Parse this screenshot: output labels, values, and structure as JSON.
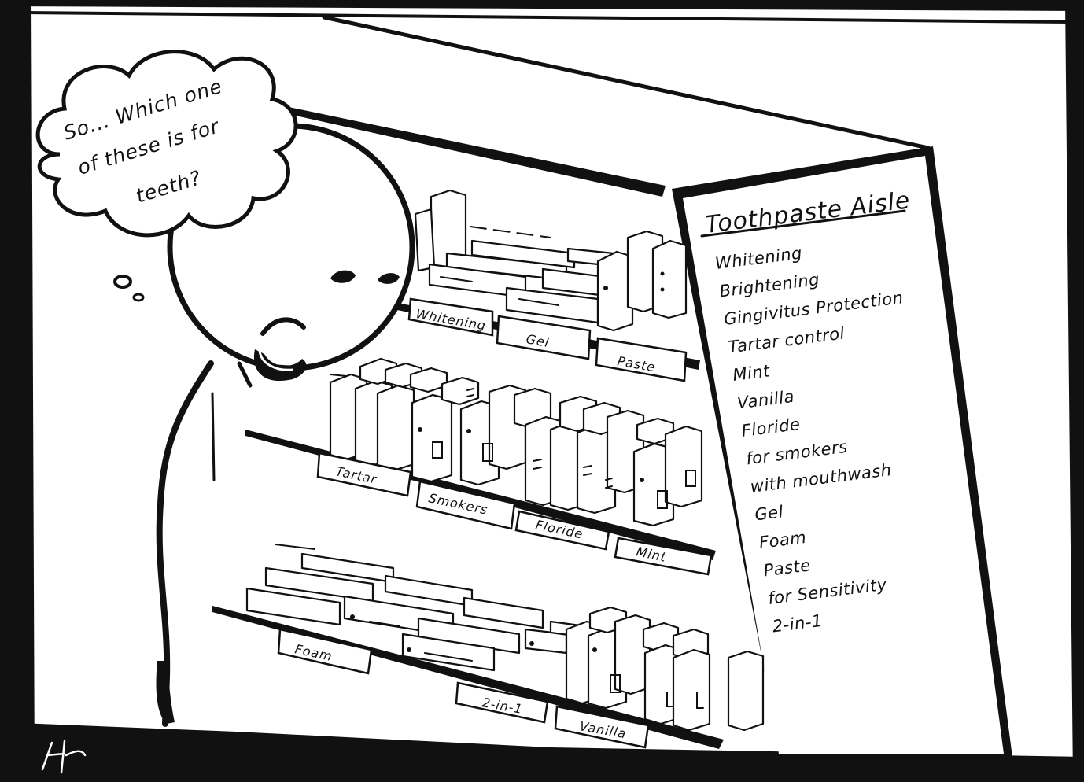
{
  "thought_bubble": {
    "lines": [
      "So... Which one",
      "of these is for",
      "teeth?"
    ]
  },
  "sign": {
    "title": "Toothpaste Aisle",
    "items": [
      "Whitening",
      "Brightening",
      "Gingivitus Protection",
      "Tartar control",
      "Mint",
      "Vanilla",
      "Floride",
      "for smokers",
      "with mouthwash",
      "Gel",
      "Foam",
      "Paste",
      "for Sensitivity",
      "2-in-1"
    ]
  },
  "shelf_tags": {
    "top": [
      "Whitening",
      "Gel",
      "Paste"
    ],
    "middle": [
      "Tartar",
      "Smokers",
      "Floride",
      "Mint"
    ],
    "bottom": [
      "Foam",
      "2-in-1",
      "Vanilla"
    ]
  },
  "colors": {
    "ink": "#111111",
    "paper": "#ffffff"
  },
  "signature": "artist-signature-mark"
}
